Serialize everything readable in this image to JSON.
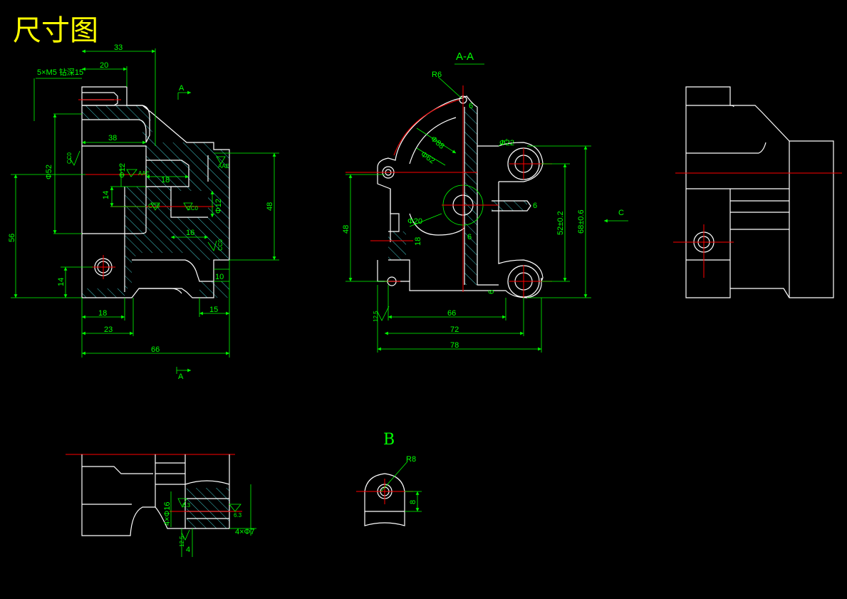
{
  "drawing": {
    "title": "尺寸图",
    "colors": {
      "background": "#000000",
      "outline": "#ffffff",
      "dimension": "#00ff00",
      "centerline": "#ff0000",
      "title": "#ffff00"
    }
  },
  "front_view": {
    "dims": [
      "33",
      "20",
      "5×M5 钻深15",
      "38",
      "Φ52",
      "Φ12",
      "18",
      "14",
      "Φ12",
      "16",
      "48",
      "56",
      "14",
      "10",
      "18",
      "23",
      "15",
      "66"
    ],
    "roughness": [
      "CC0",
      "AAE",
      "CC0",
      "CC0",
      "AAE",
      "CC0"
    ],
    "section_marks": [
      "A",
      "A"
    ]
  },
  "section_aa": {
    "label": "A-A",
    "dims": [
      "R6",
      "6",
      "Φ88",
      "Φ62",
      "Φ22",
      "48",
      "Φ20",
      "18",
      "6",
      "6",
      "52±0.2",
      "68±0.6",
      "6",
      "66",
      "72",
      "78",
      "12.5"
    ],
    "view_mark": "C"
  },
  "bottom_view": {
    "dims": [
      "4×Φ16",
      "6.3",
      "6.3",
      "12.5",
      "4",
      "4×Φ7"
    ]
  },
  "detail_b": {
    "label": "B",
    "dims": [
      "R8",
      "8"
    ]
  }
}
